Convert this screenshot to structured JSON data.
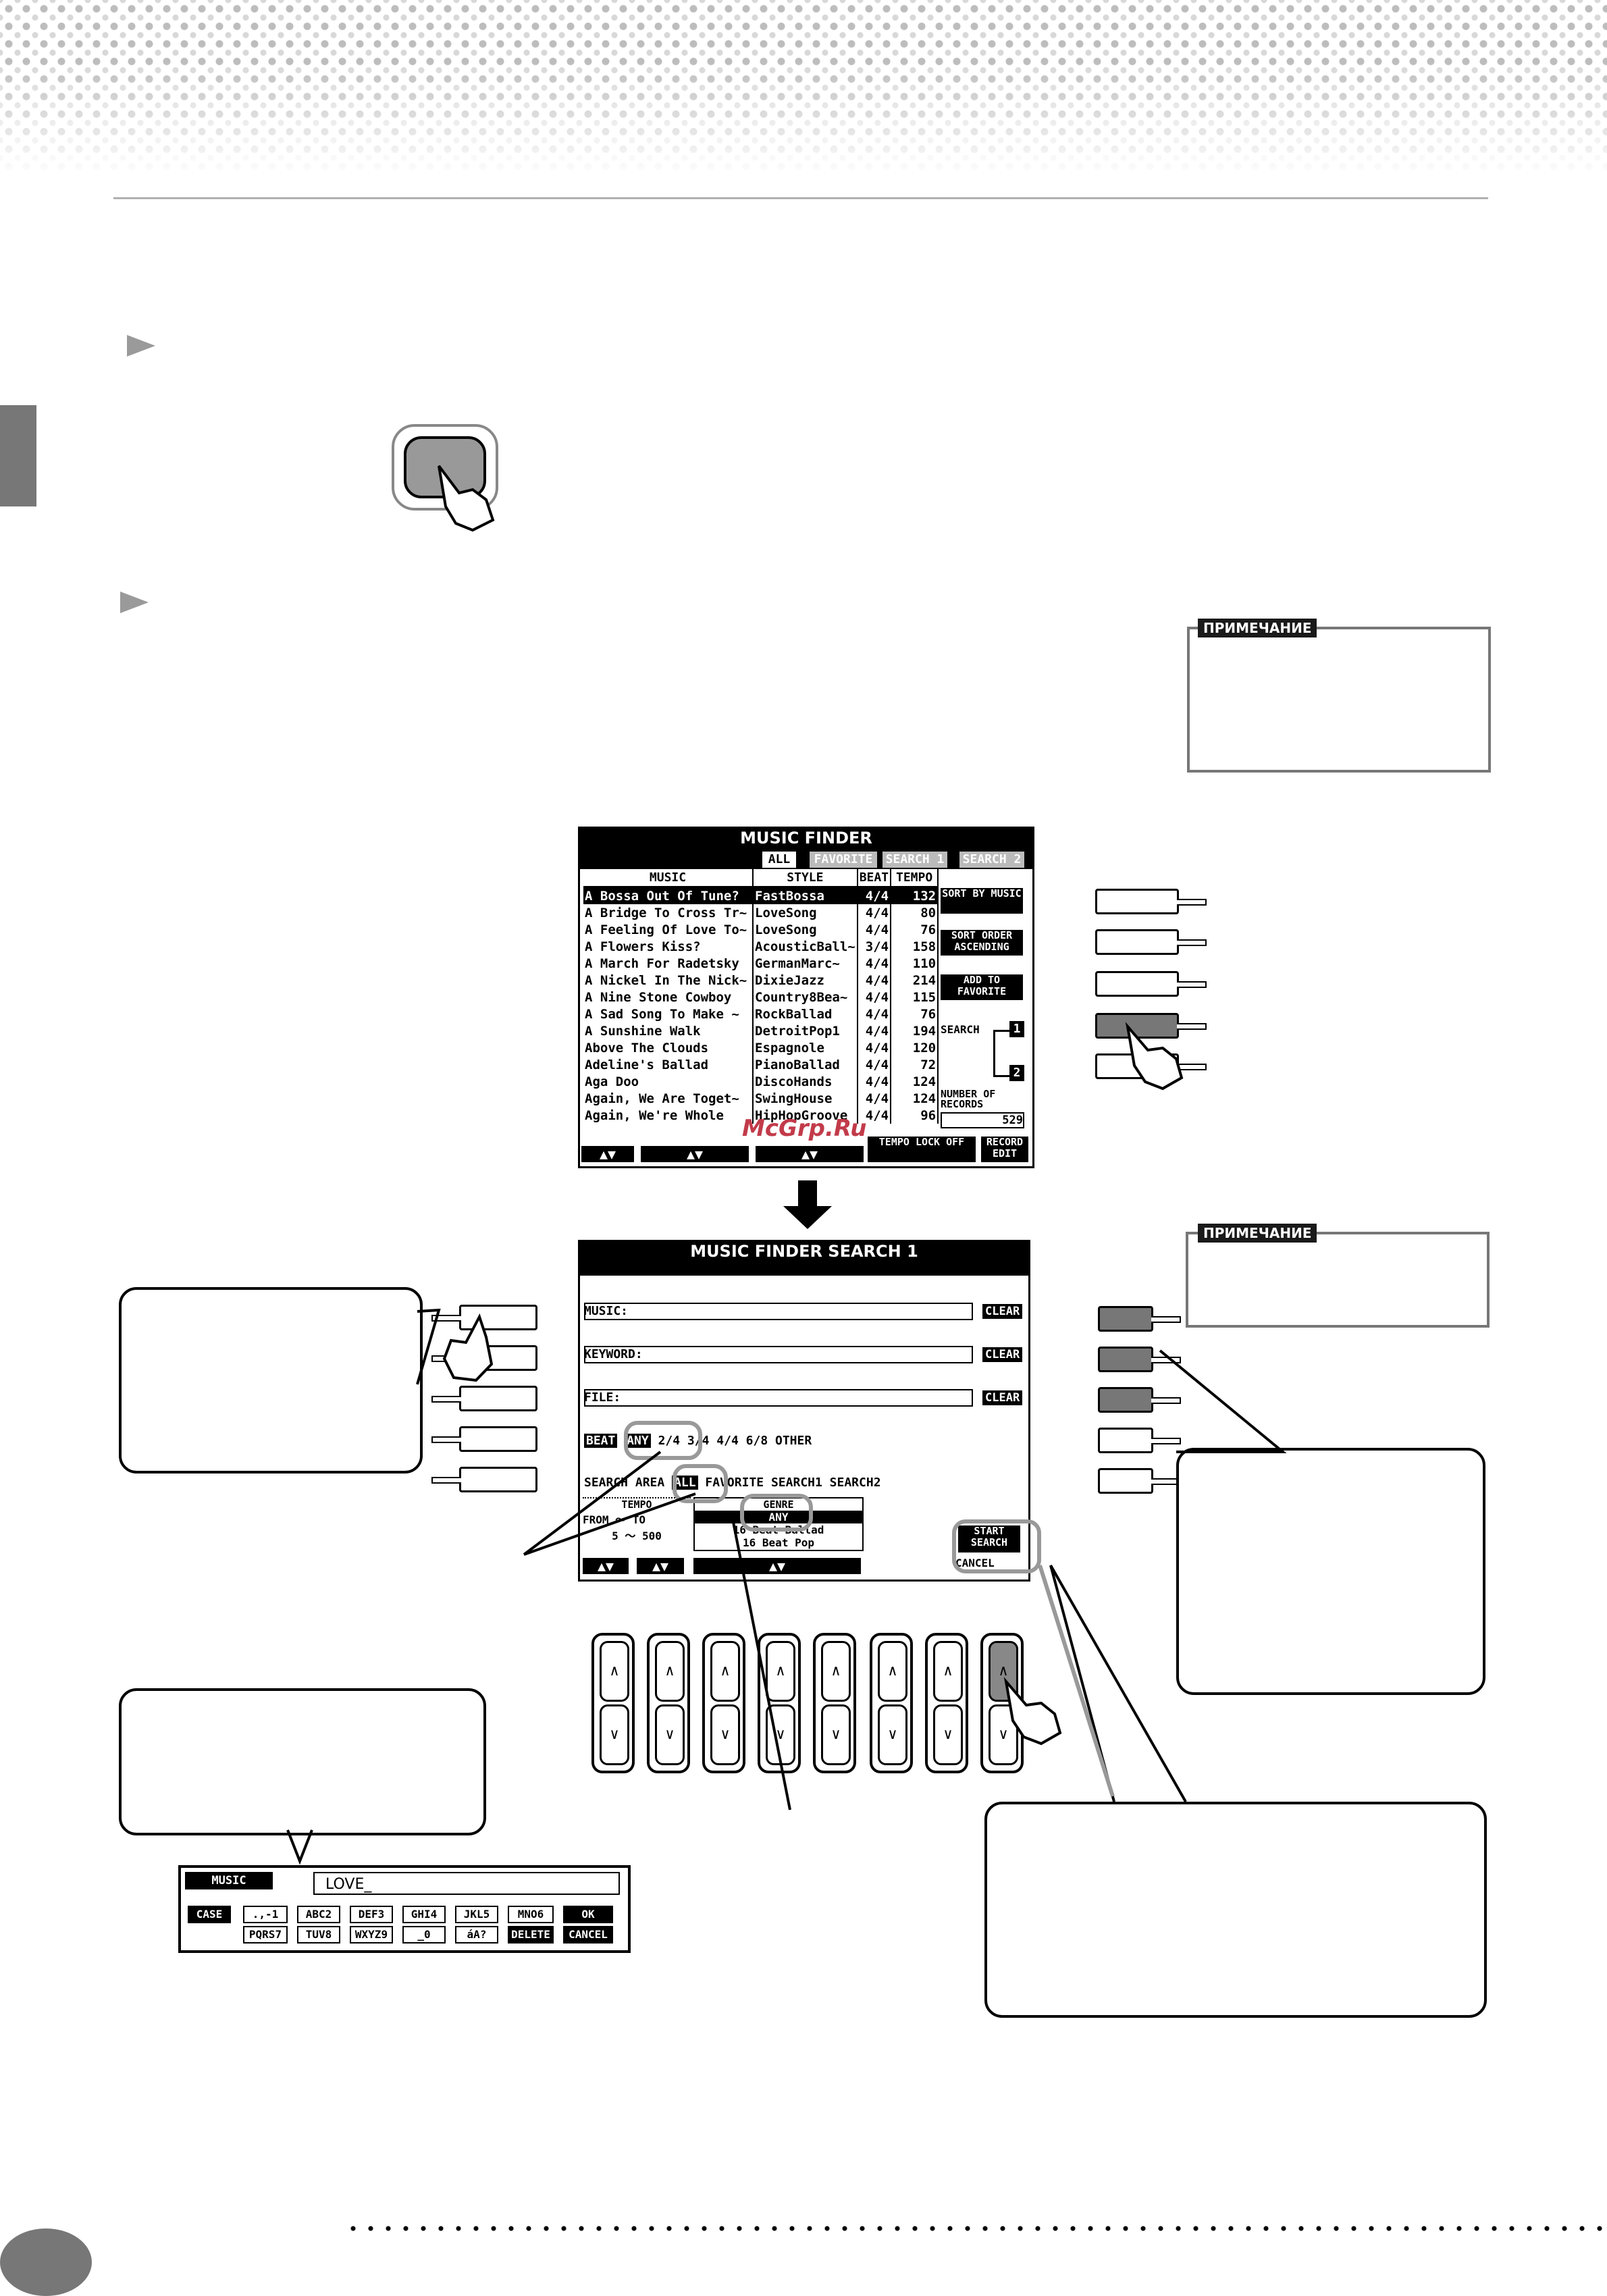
{
  "note_label_1": "ПРИМЕЧАНИЕ",
  "note_label_2": "ПРИМЕЧАНИЕ",
  "music_finder": {
    "title": "MUSIC FINDER",
    "tabs": [
      "ALL",
      "FAVORITE",
      "SEARCH 1",
      "SEARCH 2"
    ],
    "columns": [
      "MUSIC",
      "STYLE",
      "BEAT",
      "TEMPO"
    ],
    "rows": [
      [
        "A Bossa Out Of Tune?",
        "FastBossa",
        "4/4",
        "132"
      ],
      [
        "A Bridge To Cross Tr~",
        "LoveSong",
        "4/4",
        "80"
      ],
      [
        "A Feeling Of Love To~",
        "LoveSong",
        "4/4",
        "76"
      ],
      [
        "A Flowers Kiss?",
        "AcousticBall~",
        "3/4",
        "158"
      ],
      [
        "A March For Radetsky",
        "GermanMarc~",
        "4/4",
        "110"
      ],
      [
        "A Nickel In The Nick~",
        "DixieJazz",
        "4/4",
        "214"
      ],
      [
        "A Nine Stone Cowboy",
        "Country8Bea~",
        "4/4",
        "115"
      ],
      [
        "A Sad Song To Make ~",
        "RockBallad",
        "4/4",
        "76"
      ],
      [
        "A Sunshine Walk",
        "DetroitPop1",
        "4/4",
        "194"
      ],
      [
        "Above The Clouds",
        "Espagnole",
        "4/4",
        "120"
      ],
      [
        "Adeline's Ballad",
        "PianoBallad",
        "4/4",
        "72"
      ],
      [
        "Aga Doo",
        "DiscoHands",
        "4/4",
        "124"
      ],
      [
        "Again, We Are Toget~",
        "SwingHouse",
        "4/4",
        "124"
      ],
      [
        "Again, We're Whole",
        "HipHopGroove",
        "4/4",
        "96"
      ]
    ],
    "right_buttons": [
      "SORT BY MUSIC",
      "SORT ORDER ASCENDING",
      "ADD TO FAVORITE"
    ],
    "search_label": "SEARCH",
    "search_nums": [
      "1",
      "2"
    ],
    "records_label": "NUMBER OF RECORDS",
    "records_value": "529",
    "bottom": [
      "▲▼",
      "▲▼",
      "▲▼",
      "TEMPO LOCK OFF",
      "RECORD EDIT"
    ],
    "watermark": "McGrp.Ru"
  },
  "search1": {
    "title": "MUSIC FINDER SEARCH 1",
    "music_label": "MUSIC:",
    "keyword_label": "KEYWORD:",
    "file_label": "FILE:",
    "clear": "CLEAR",
    "beat_label": "BEAT",
    "beat_options": [
      "ANY",
      "2/4",
      "3/4",
      "4/4",
      "6/8",
      "OTHER"
    ],
    "area_label": "SEARCH AREA",
    "area_options": [
      "ALL",
      "FAVORITE",
      "SEARCH1",
      "SEARCH2"
    ],
    "tempo_label": "TEMPO",
    "from_to": "FROM ～ TO",
    "tempo_values": "5 ～ 500",
    "genre_label": "GENRE",
    "genre_items": [
      "ANY",
      "16 Beat Ballad",
      "16 Beat Pop"
    ],
    "start_search": "START SEARCH",
    "cancel": "CANCEL",
    "bottom": [
      "▲▼",
      "▲▼",
      "▲▼"
    ]
  },
  "dial_glyphs": {
    "up": "∧",
    "down": "∨"
  },
  "keyboard": {
    "label": "MUSIC",
    "entry": "LOVE_",
    "case": "CASE",
    "row1": [
      ".,-1",
      "ABC2",
      "DEF3",
      "GHI4",
      "JKL5",
      "MNO6",
      "OK"
    ],
    "row2": [
      "PQRS7",
      "TUV8",
      "WXYZ9",
      "_0",
      "áA?",
      "DELETE",
      "CANCEL"
    ]
  }
}
